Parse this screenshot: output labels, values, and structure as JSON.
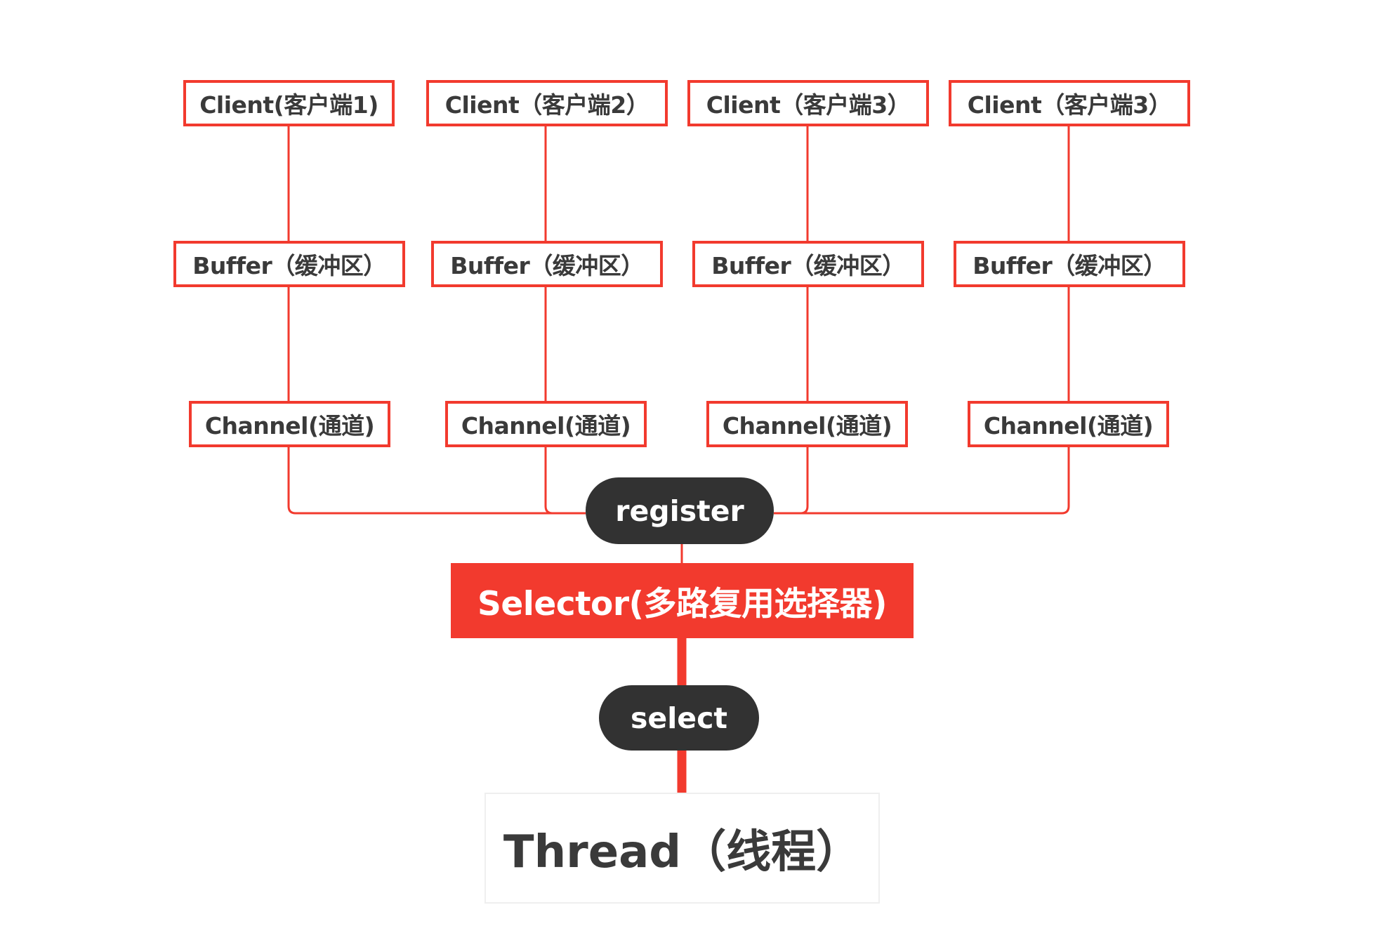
{
  "colors": {
    "accent": "#f23a2e",
    "pill": "#323232",
    "text": "#3a3a3a"
  },
  "columns": [
    {
      "client": "Client(客户端1)",
      "buffer": "Buffer（缓冲区）",
      "channel": "Channel(通道)"
    },
    {
      "client": "Client（客户端2）",
      "buffer": "Buffer（缓冲区）",
      "channel": "Channel(通道)"
    },
    {
      "client": "Client（客户端3）",
      "buffer": "Buffer（缓冲区）",
      "channel": "Channel(通道)"
    },
    {
      "client": "Client（客户端3）",
      "buffer": "Buffer（缓冲区）",
      "channel": "Channel(通道)"
    }
  ],
  "register_label": "register",
  "selector_label": "Selector(多路复用选择器)",
  "select_label": "select",
  "thread_label": "Thread（线程）"
}
